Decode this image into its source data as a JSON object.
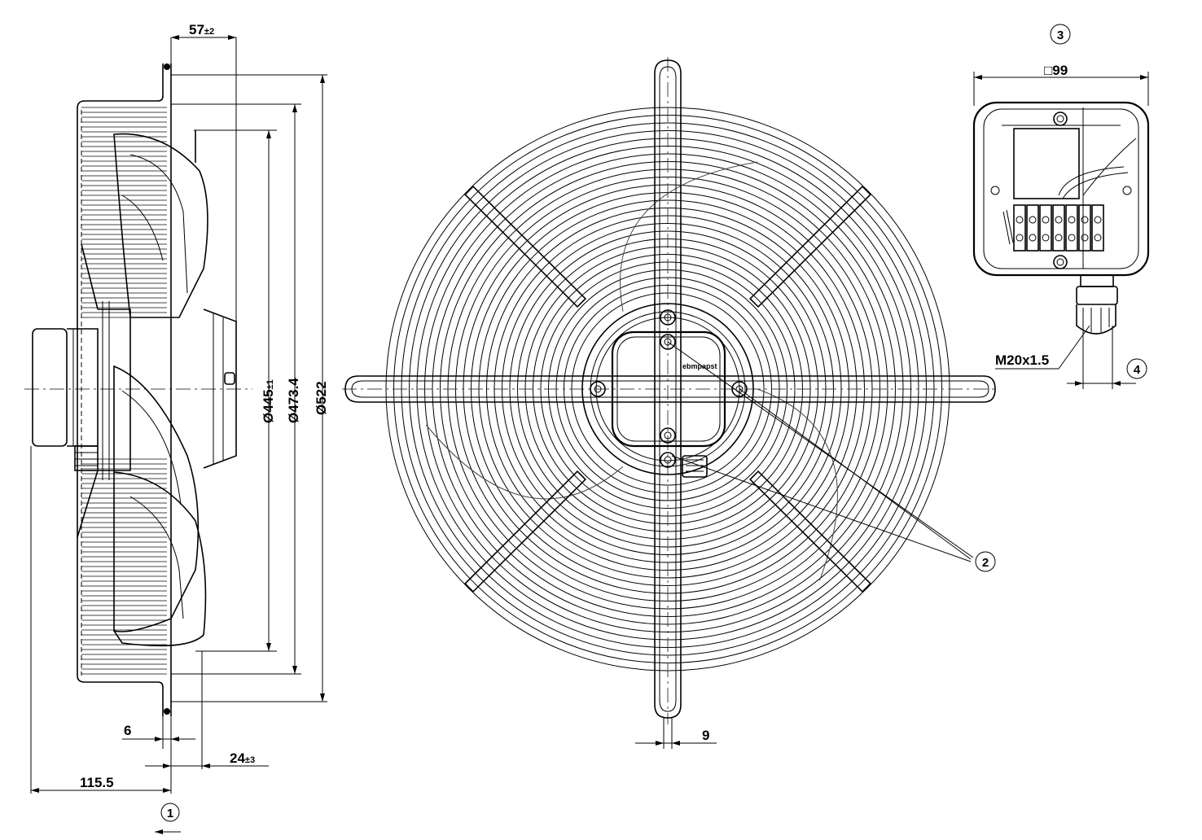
{
  "views": {
    "side": {
      "dim_top": "57",
      "dim_top_tol": "±2",
      "dim_d1": "Ø445",
      "dim_d1_tol": "±1",
      "dim_d2": "Ø473.4",
      "dim_d3": "Ø522",
      "dim_a": "6",
      "dim_b": "24",
      "dim_b_tol": "±3",
      "dim_c": "115.5",
      "callout": "1"
    },
    "front": {
      "dim_bottom": "9",
      "callout": "2",
      "logo": "ebmpapst"
    },
    "terminal_box": {
      "callout": "3",
      "size_symbol": "□",
      "size": "99",
      "gland": "M20x1.5",
      "callout_gland": "4"
    }
  }
}
